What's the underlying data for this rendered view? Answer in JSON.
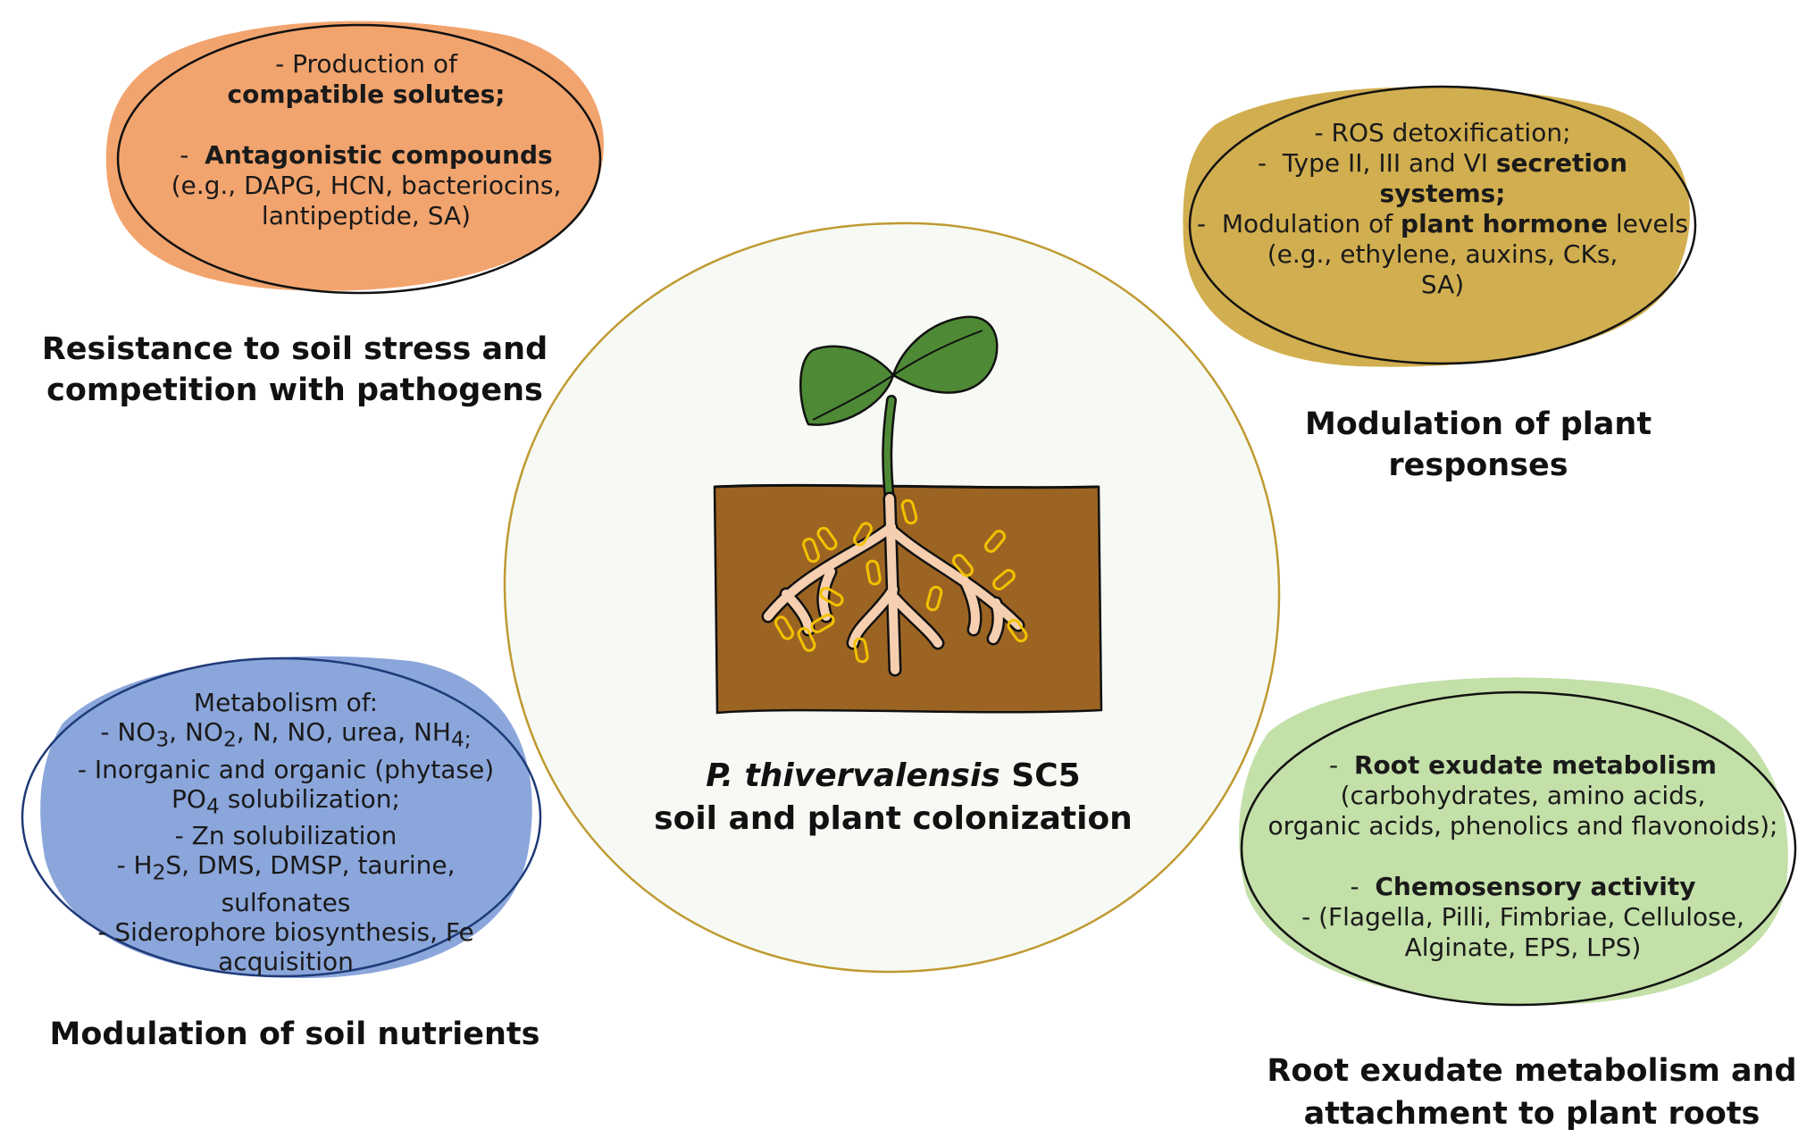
{
  "colors": {
    "orange": "#f2a46e",
    "gold": "#d1ae4f",
    "blue": "#8ba6db",
    "green": "#c3e0a8",
    "center_circle": "#f7faf4",
    "center_outline": "#bf9a32",
    "soil": "#9c6423",
    "leaf": "#4e8a35",
    "root": "#f5cfb0",
    "bacteria": "#f2c200"
  },
  "center": {
    "title_italic": "P. thivervalensis",
    "title_strain": "SC5",
    "subtitle": "soil and plant colonization"
  },
  "top_left": {
    "heading_line1": "Resistance to soil stress and",
    "heading_line2": "competition with pathogens",
    "l1": "-  Production of",
    "l2": "compatible solutes;",
    "l3_dash": "-  ",
    "l3": "Antagonistic compounds",
    "l4": "(e.g., DAPG, HCN, bacteriocins,",
    "l5": "lantipeptide, SA)"
  },
  "top_right": {
    "heading_line1": "Modulation of plant",
    "heading_line2": "responses",
    "l1": "-  ROS detoxification;",
    "l2_pre": "-  Type II, III and VI ",
    "l2_bold": "secretion",
    "l3": "systems;",
    "l4_pre": "-  Modulation of ",
    "l4_bold": "plant hormone",
    "l4_post": " levels",
    "l5": "(e.g., ethylene, auxins, CKs,",
    "l6": "SA)"
  },
  "bottom_left": {
    "heading": "Modulation of soil nutrients",
    "l1": "Metabolism of:",
    "l2a": "- NO",
    "l2b": "3",
    "l2c": ", NO",
    "l2d": "2",
    "l2e": ", N, NO, urea, NH",
    "l2f": "4;",
    "l3": "- Inorganic and organic (phytase)",
    "l4a": "PO",
    "l4b": "4",
    "l4c": " solubilization;",
    "l5": "- Zn solubilization",
    "l6a": "- H",
    "l6b": "2",
    "l6c": "S, DMS, DMSP, taurine,",
    "l7": "sulfonates",
    "l8": "- Siderophore biosynthesis, Fe",
    "l9": "acquisition"
  },
  "bottom_right": {
    "heading_line1": "Root exudate metabolism and",
    "heading_line2": "attachment to plant roots",
    "l1_dash": "-  ",
    "l1": "Root exudate metabolism",
    "l2": "(carbohydrates, amino acids,",
    "l3": "organic acids, phenolics and flavonoids);",
    "l4_dash": "-  ",
    "l4": "Chemosensory activity",
    "l5": "-  (Flagella, Pilli, Fimbriae, Cellulose,",
    "l6": "Alginate, EPS, LPS)"
  }
}
